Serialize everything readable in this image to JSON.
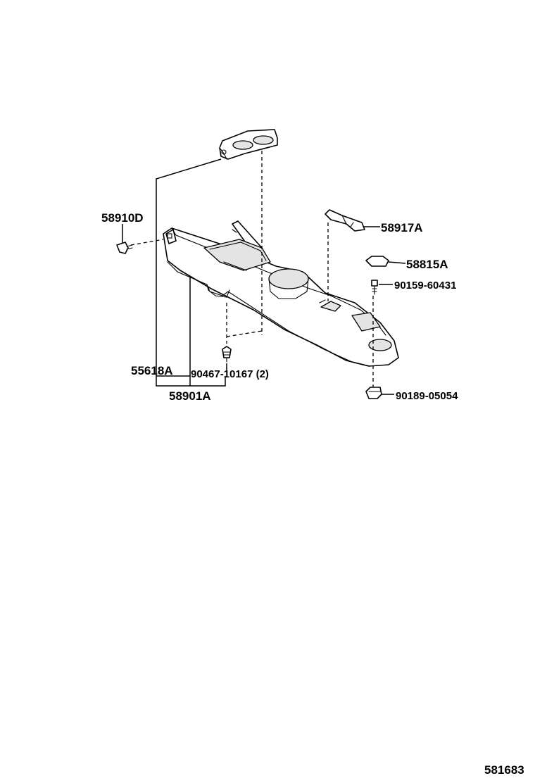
{
  "labels": {
    "p58910D": "58910D",
    "p58917A": "58917A",
    "p58815A": "58815A",
    "p9015960431": "90159-60431",
    "p55618A": "55618A",
    "p9046710167": "90467-10167 (2)",
    "p58901A": "58901A",
    "p9018905054": "90189-05054"
  },
  "figure_number": "581683",
  "colors": {
    "line": "#000000",
    "background": "#ffffff",
    "shade": "#e4e4e4"
  }
}
